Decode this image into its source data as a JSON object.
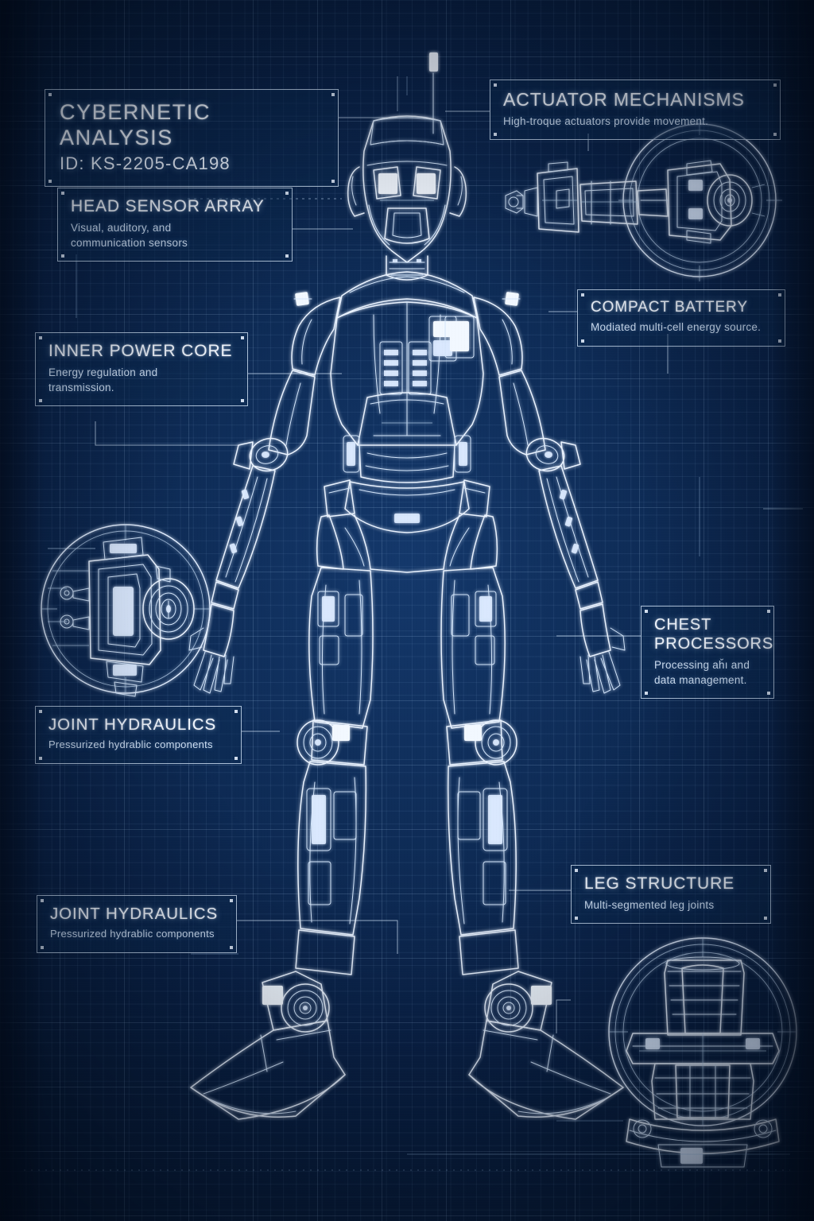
{
  "document": {
    "title": "CYBERNETIC ANALYSIS",
    "id_line": "ID: KS-2205-CA198",
    "style": "blueprint",
    "background_color": "#0d2a52",
    "ink_color": "#eaf3ff",
    "grid_color": "#96bee b"
  },
  "callouts": [
    {
      "key": "head_sensor",
      "title": "HEAD SENSOR ARRAY",
      "subtitle": "Visual, auditory, and\ncommunication sensors",
      "side": "left"
    },
    {
      "key": "power_core",
      "title": "INNER POWER CORE",
      "subtitle": "Energy regulation and\ntransmission.",
      "side": "left"
    },
    {
      "key": "joint_hydraulics_upper",
      "title": "JOINT HYDRAULICS",
      "subtitle": "Pressurized hydrablic components",
      "side": "left"
    },
    {
      "key": "joint_hydraulics_lower",
      "title": "JOINT HYDRAULICS",
      "subtitle": "Pressurized hydrablic components",
      "side": "left"
    },
    {
      "key": "actuator_mechanisms",
      "title": "ACTUATOR MECHANISMS",
      "subtitle": "High-troque actuators provide movement.",
      "side": "right"
    },
    {
      "key": "compact_battery",
      "title": "COMPACT BATTERY",
      "subtitle": "Modiated multi-cell energy source.",
      "side": "right"
    },
    {
      "key": "chest_processors",
      "title": "CHEST\nPROCESSORS",
      "subtitle": "Processing aȟı and\ndata management.",
      "side": "right"
    },
    {
      "key": "leg_structure",
      "title": "LEG STRUCTURE",
      "subtitle": "Multi-segmented leg joints",
      "side": "right"
    }
  ],
  "figure": {
    "subject": "humanoid droid orthographic front elevation",
    "parts": [
      "antenna",
      "head",
      "optical-sensors",
      "neck",
      "torso",
      "chest-plate",
      "shoulders",
      "arms",
      "hands",
      "pelvis",
      "thighs",
      "knees",
      "shins",
      "ankles",
      "feet"
    ]
  },
  "detail_insets": [
    {
      "key": "actuator_detail",
      "label": "actuator assembly cutaway"
    },
    {
      "key": "hydraulic_detail",
      "label": "hydraulic joint module"
    },
    {
      "key": "leg_joint_detail",
      "label": "leg joint base assembly"
    }
  ]
}
